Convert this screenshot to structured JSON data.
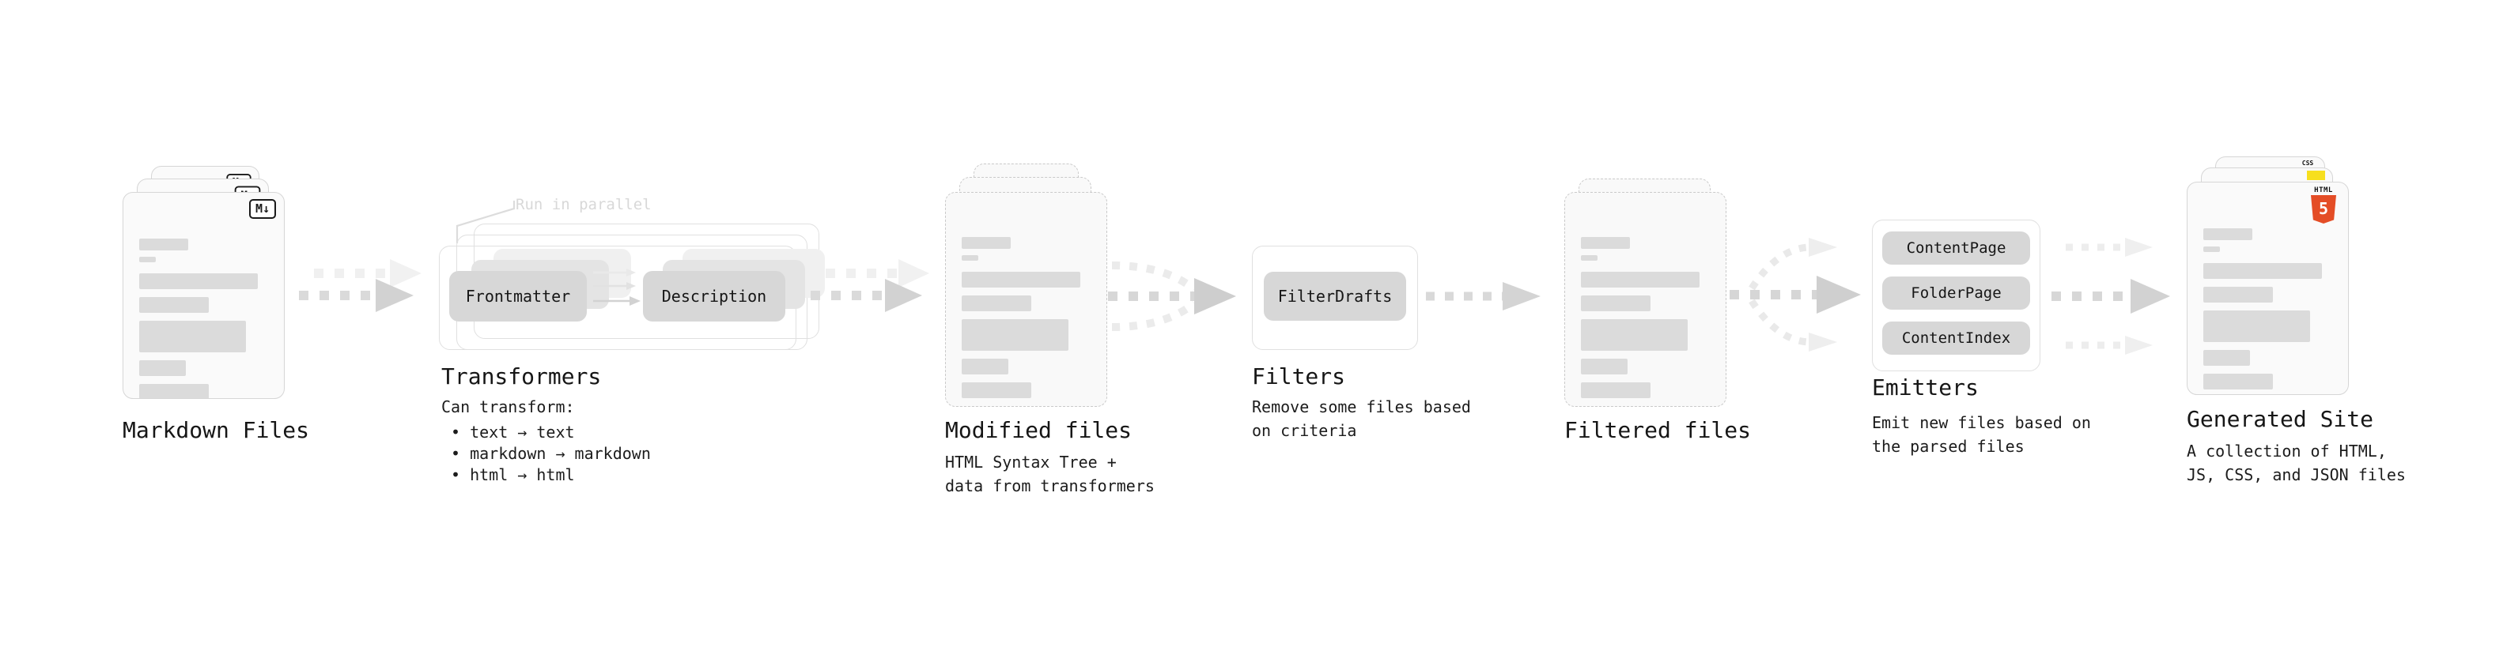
{
  "colors": {
    "html5_orange": "#e44d26",
    "js_yellow": "#f7df1e",
    "css_blue": "#2965f1",
    "arrow_gray": "#d9d9d9",
    "arrow_light": "#efefef",
    "bar_gray": "#dbdbdb"
  },
  "stages": {
    "markdown_files": {
      "title": "Markdown Files",
      "badge": "M↓"
    },
    "transformers": {
      "title": "Transformers",
      "annotation": "Run in parallel",
      "steps": [
        "Frontmatter",
        "Description"
      ],
      "caption_heading": "Can transform:",
      "bullets": [
        "• text → text",
        "• markdown → markdown",
        "• html → html"
      ]
    },
    "modified_files": {
      "title": "Modified files",
      "caption": "HTML Syntax Tree +\ndata from transformers"
    },
    "filters": {
      "title": "Filters",
      "steps": [
        "FilterDrafts"
      ],
      "caption": "Remove some files based\non criteria"
    },
    "filtered_files": {
      "title": "Filtered files"
    },
    "emitters": {
      "title": "Emitters",
      "steps": [
        "ContentPage",
        "FolderPage",
        "ContentIndex"
      ],
      "caption": "Emit new files based on\nthe parsed files"
    },
    "generated_site": {
      "title": "Generated Site",
      "caption": "A collection of HTML,\nJS, CSS, and JSON files",
      "badges": {
        "html_word": "HTML",
        "html_number": "5",
        "css_word": "CSS"
      }
    }
  }
}
